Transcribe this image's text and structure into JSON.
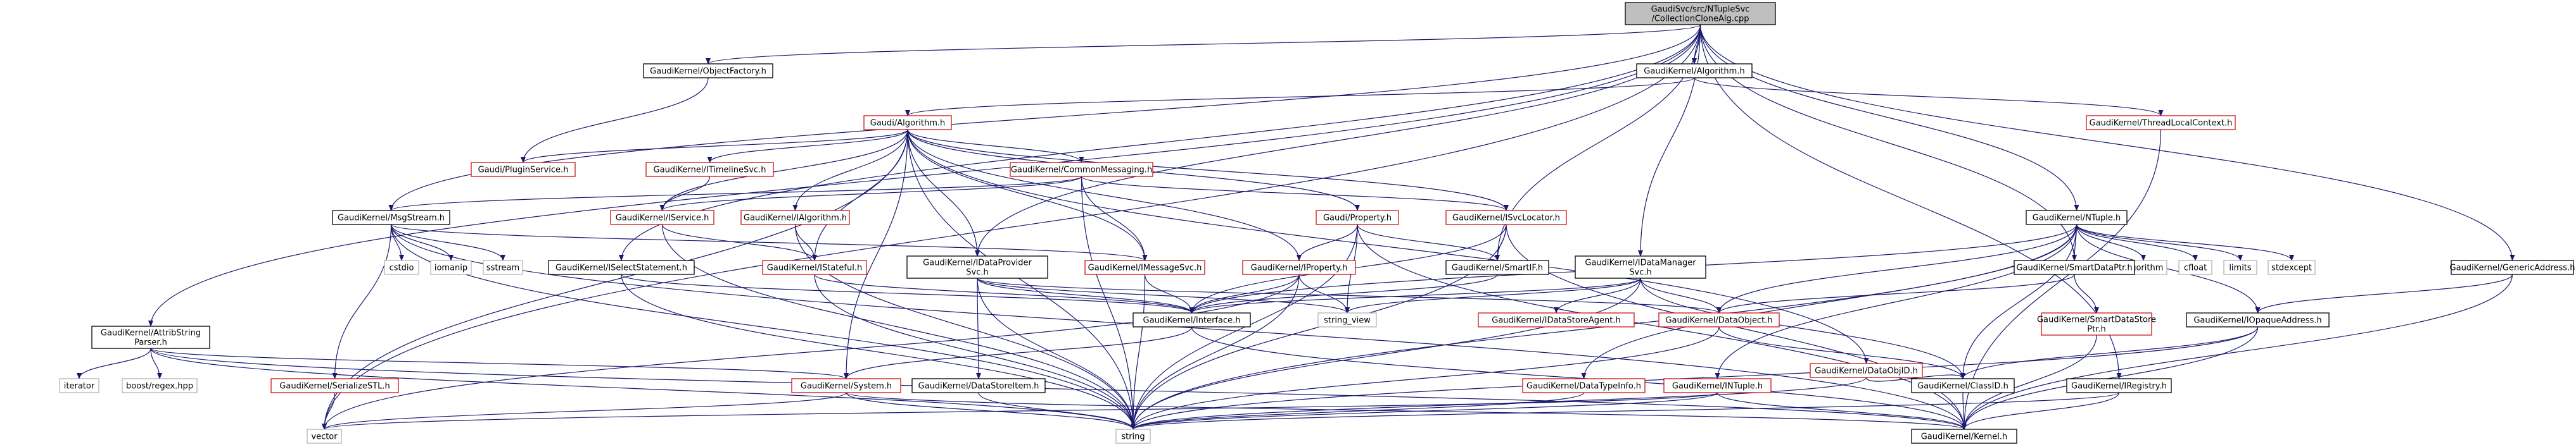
{
  "graph": {
    "root": "root",
    "nodes": [
      {
        "id": "root",
        "lines": [
          "GaudiSvc/src/NTupleSvc",
          "/CollectionCloneAlg.cpp"
        ],
        "style": "root"
      },
      {
        "id": "vector",
        "lines": [
          "vector"
        ],
        "style": "gray"
      },
      {
        "id": "string",
        "lines": [
          "string"
        ],
        "style": "gray"
      },
      {
        "id": "iterator",
        "lines": [
          "iterator"
        ],
        "style": "gray"
      },
      {
        "id": "regex",
        "lines": [
          "boost/regex.hpp"
        ],
        "style": "gray"
      },
      {
        "id": "cstdio",
        "lines": [
          "cstdio"
        ],
        "style": "gray"
      },
      {
        "id": "iomanip",
        "lines": [
          "iomanip"
        ],
        "style": "gray"
      },
      {
        "id": "sstream",
        "lines": [
          "sstream"
        ],
        "style": "gray"
      },
      {
        "id": "string_view",
        "lines": [
          "string_view"
        ],
        "style": "gray"
      },
      {
        "id": "algorithm",
        "lines": [
          "algorithm"
        ],
        "style": "gray"
      },
      {
        "id": "cfloat",
        "lines": [
          "cfloat"
        ],
        "style": "gray"
      },
      {
        "id": "limits",
        "lines": [
          "limits"
        ],
        "style": "gray"
      },
      {
        "id": "stdexcept",
        "lines": [
          "stdexcept"
        ],
        "style": "gray"
      },
      {
        "id": "objfactory",
        "lines": [
          "GaudiKernel/ObjectFactory.h"
        ],
        "style": "black"
      },
      {
        "id": "kalgorithm",
        "lines": [
          "GaudiKernel/Algorithm.h"
        ],
        "style": "black"
      },
      {
        "id": "tlc",
        "lines": [
          "GaudiKernel/ThreadLocalContext.h"
        ],
        "style": "red"
      },
      {
        "id": "galgorithm",
        "lines": [
          "Gaudi/Algorithm.h"
        ],
        "style": "red"
      },
      {
        "id": "pluginservice",
        "lines": [
          "Gaudi/PluginService.h"
        ],
        "style": "red"
      },
      {
        "id": "itimeline",
        "lines": [
          "GaudiKernel/ITimelineSvc.h"
        ],
        "style": "red"
      },
      {
        "id": "commonmsg",
        "lines": [
          "GaudiKernel/CommonMessaging.h"
        ],
        "style": "red"
      },
      {
        "id": "msgstream",
        "lines": [
          "GaudiKernel/MsgStream.h"
        ],
        "style": "black"
      },
      {
        "id": "iservice",
        "lines": [
          "GaudiKernel/IService.h"
        ],
        "style": "red"
      },
      {
        "id": "ialgorithm",
        "lines": [
          "GaudiKernel/IAlgorithm.h"
        ],
        "style": "red"
      },
      {
        "id": "gproperty",
        "lines": [
          "Gaudi/Property.h"
        ],
        "style": "red"
      },
      {
        "id": "isvclocator",
        "lines": [
          "GaudiKernel/ISvcLocator.h"
        ],
        "style": "red"
      },
      {
        "id": "iselect",
        "lines": [
          "GaudiKernel/ISelectStatement.h"
        ],
        "style": "black"
      },
      {
        "id": "istateful",
        "lines": [
          "GaudiKernel/IStateful.h"
        ],
        "style": "red"
      },
      {
        "id": "idataprov",
        "lines": [
          "GaudiKernel/IDataProvider",
          "Svc.h"
        ],
        "style": "black"
      },
      {
        "id": "imessagesvc",
        "lines": [
          "GaudiKernel/IMessageSvc.h"
        ],
        "style": "red"
      },
      {
        "id": "iproperty",
        "lines": [
          "GaudiKernel/IProperty.h"
        ],
        "style": "red"
      },
      {
        "id": "smartif",
        "lines": [
          "GaudiKernel/SmartIF.h"
        ],
        "style": "black"
      },
      {
        "id": "idatamgr",
        "lines": [
          "GaudiKernel/IDataManager",
          "Svc.h"
        ],
        "style": "black"
      },
      {
        "id": "attrib",
        "lines": [
          "GaudiKernel/AttribString",
          "Parser.h"
        ],
        "style": "black"
      },
      {
        "id": "interface",
        "lines": [
          "GaudiKernel/Interface.h"
        ],
        "style": "black"
      },
      {
        "id": "idatastoreagent",
        "lines": [
          "GaudiKernel/IDataStoreAgent.h"
        ],
        "style": "red"
      },
      {
        "id": "dataobject",
        "lines": [
          "GaudiKernel/DataObject.h"
        ],
        "style": "red"
      },
      {
        "id": "dataobjid",
        "lines": [
          "GaudiKernel/DataObjID.h"
        ],
        "style": "red"
      },
      {
        "id": "serializestl",
        "lines": [
          "GaudiKernel/SerializeSTL.h"
        ],
        "style": "red"
      },
      {
        "id": "system",
        "lines": [
          "GaudiKernel/System.h"
        ],
        "style": "red"
      },
      {
        "id": "datastoreitem",
        "lines": [
          "GaudiKernel/DataStoreItem.h"
        ],
        "style": "black"
      },
      {
        "id": "datatypeinfo",
        "lines": [
          "GaudiKernel/DataTypeInfo.h"
        ],
        "style": "red"
      },
      {
        "id": "intuple",
        "lines": [
          "GaudiKernel/INTuple.h"
        ],
        "style": "red"
      },
      {
        "id": "classid",
        "lines": [
          "GaudiKernel/ClassID.h"
        ],
        "style": "black"
      },
      {
        "id": "iregistry",
        "lines": [
          "GaudiKernel/IRegistry.h"
        ],
        "style": "black"
      },
      {
        "id": "kernel",
        "lines": [
          "GaudiKernel/Kernel.h"
        ],
        "style": "black"
      },
      {
        "id": "ntuple",
        "lines": [
          "GaudiKernel/NTuple.h"
        ],
        "style": "black"
      },
      {
        "id": "smartdataptr",
        "lines": [
          "GaudiKernel/SmartDataPtr.h"
        ],
        "style": "black"
      },
      {
        "id": "smartdatastoreptr",
        "lines": [
          "GaudiKernel/SmartDataStore",
          "Ptr.h"
        ],
        "style": "red"
      },
      {
        "id": "iopaque",
        "lines": [
          "GaudiKernel/IOpaqueAddress.h"
        ],
        "style": "black"
      },
      {
        "id": "genericaddr",
        "lines": [
          "GaudiKernel/GenericAddress.h"
        ],
        "style": "black"
      }
    ],
    "edges": [
      [
        "root",
        "vector"
      ],
      [
        "root",
        "attrib"
      ],
      [
        "root",
        "msgstream"
      ],
      [
        "root",
        "iselect"
      ],
      [
        "root",
        "objfactory"
      ],
      [
        "root",
        "idataprov"
      ],
      [
        "root",
        "kalgorithm"
      ],
      [
        "root",
        "smartif"
      ],
      [
        "root",
        "idatamgr"
      ],
      [
        "root",
        "iregistry"
      ],
      [
        "root",
        "smartdataptr"
      ],
      [
        "root",
        "ntuple"
      ],
      [
        "root",
        "genericaddr"
      ],
      [
        "objfactory",
        "pluginservice"
      ],
      [
        "kalgorithm",
        "galgorithm"
      ],
      [
        "kalgorithm",
        "tlc"
      ],
      [
        "tlc",
        "kernel"
      ],
      [
        "galgorithm",
        "pluginservice"
      ],
      [
        "galgorithm",
        "itimeline"
      ],
      [
        "galgorithm",
        "commonmsg"
      ],
      [
        "galgorithm",
        "iservice"
      ],
      [
        "galgorithm",
        "ialgorithm"
      ],
      [
        "galgorithm",
        "gproperty"
      ],
      [
        "galgorithm",
        "isvclocator"
      ],
      [
        "galgorithm",
        "istateful"
      ],
      [
        "galgorithm",
        "idataprov"
      ],
      [
        "galgorithm",
        "imessagesvc"
      ],
      [
        "galgorithm",
        "iproperty"
      ],
      [
        "galgorithm",
        "system"
      ],
      [
        "galgorithm",
        "dataobjid"
      ],
      [
        "galgorithm",
        "vector"
      ],
      [
        "galgorithm",
        "string"
      ],
      [
        "itimeline",
        "iservice"
      ],
      [
        "commonmsg",
        "msgstream"
      ],
      [
        "commonmsg",
        "iservice"
      ],
      [
        "commonmsg",
        "isvclocator"
      ],
      [
        "commonmsg",
        "imessagesvc"
      ],
      [
        "commonmsg",
        "string"
      ],
      [
        "msgstream",
        "cstdio"
      ],
      [
        "msgstream",
        "iomanip"
      ],
      [
        "msgstream",
        "sstream"
      ],
      [
        "msgstream",
        "string"
      ],
      [
        "msgstream",
        "serializestl"
      ],
      [
        "msgstream",
        "imessagesvc"
      ],
      [
        "msgstream",
        "kernel"
      ],
      [
        "iservice",
        "istateful"
      ],
      [
        "iservice",
        "string"
      ],
      [
        "ialgorithm",
        "istateful"
      ],
      [
        "ialgorithm",
        "string"
      ],
      [
        "gproperty",
        "iproperty"
      ],
      [
        "gproperty",
        "smartif"
      ],
      [
        "gproperty",
        "string_view"
      ],
      [
        "gproperty",
        "string"
      ],
      [
        "gproperty",
        "kernel"
      ],
      [
        "isvclocator",
        "smartif"
      ],
      [
        "isvclocator",
        "interface"
      ],
      [
        "isvclocator",
        "string"
      ],
      [
        "isvclocator",
        "kernel"
      ],
      [
        "iselect",
        "interface"
      ],
      [
        "iselect",
        "string"
      ],
      [
        "istateful",
        "interface"
      ],
      [
        "istateful",
        "string"
      ],
      [
        "idataprov",
        "interface"
      ],
      [
        "idataprov",
        "string_view"
      ],
      [
        "idataprov",
        "datastoreitem"
      ],
      [
        "idataprov",
        "string"
      ],
      [
        "idataprov",
        "dataobject"
      ],
      [
        "imessagesvc",
        "interface"
      ],
      [
        "imessagesvc",
        "string"
      ],
      [
        "iproperty",
        "interface"
      ],
      [
        "iproperty",
        "string_view"
      ],
      [
        "iproperty",
        "string"
      ],
      [
        "iproperty",
        "vector"
      ],
      [
        "smartif",
        "interface"
      ],
      [
        "idatamgr",
        "interface"
      ],
      [
        "idatamgr",
        "string_view"
      ],
      [
        "idatamgr",
        "idatastoreagent"
      ],
      [
        "idatamgr",
        "dataobject"
      ],
      [
        "idatamgr",
        "classid"
      ],
      [
        "idatamgr",
        "string"
      ],
      [
        "attrib",
        "iterator"
      ],
      [
        "attrib",
        "regex"
      ],
      [
        "attrib",
        "string"
      ],
      [
        "attrib",
        "system"
      ],
      [
        "attrib",
        "kernel"
      ],
      [
        "interface",
        "system"
      ],
      [
        "interface",
        "kernel"
      ],
      [
        "dataobject",
        "classid"
      ],
      [
        "dataobject",
        "string"
      ],
      [
        "dataobjid",
        "classid"
      ],
      [
        "dataobjid",
        "string"
      ],
      [
        "serializestl",
        "vector"
      ],
      [
        "system",
        "vector"
      ],
      [
        "system",
        "string"
      ],
      [
        "system",
        "kernel"
      ],
      [
        "datastoreitem",
        "string"
      ],
      [
        "datatypeinfo",
        "string"
      ],
      [
        "intuple",
        "vector"
      ],
      [
        "intuple",
        "string"
      ],
      [
        "intuple",
        "kernel"
      ],
      [
        "classid",
        "kernel"
      ],
      [
        "iregistry",
        "string"
      ],
      [
        "iregistry",
        "kernel"
      ],
      [
        "ntuple",
        "algorithm"
      ],
      [
        "ntuple",
        "cfloat"
      ],
      [
        "ntuple",
        "limits"
      ],
      [
        "ntuple",
        "stdexcept"
      ],
      [
        "ntuple",
        "string"
      ],
      [
        "ntuple",
        "dataobject"
      ],
      [
        "ntuple",
        "interface"
      ],
      [
        "ntuple",
        "smartdataptr"
      ],
      [
        "ntuple",
        "iopaque"
      ],
      [
        "ntuple",
        "datatypeinfo"
      ],
      [
        "ntuple",
        "intuple"
      ],
      [
        "ntuple",
        "classid"
      ],
      [
        "smartdataptr",
        "dataobject"
      ],
      [
        "smartdataptr",
        "smartdatastoreptr"
      ],
      [
        "smartdatastoreptr",
        "kernel"
      ],
      [
        "iopaque",
        "classid"
      ],
      [
        "iopaque",
        "string"
      ],
      [
        "iopaque",
        "kernel"
      ],
      [
        "genericaddr",
        "iopaque"
      ],
      [
        "genericaddr",
        "kernel"
      ]
    ]
  }
}
